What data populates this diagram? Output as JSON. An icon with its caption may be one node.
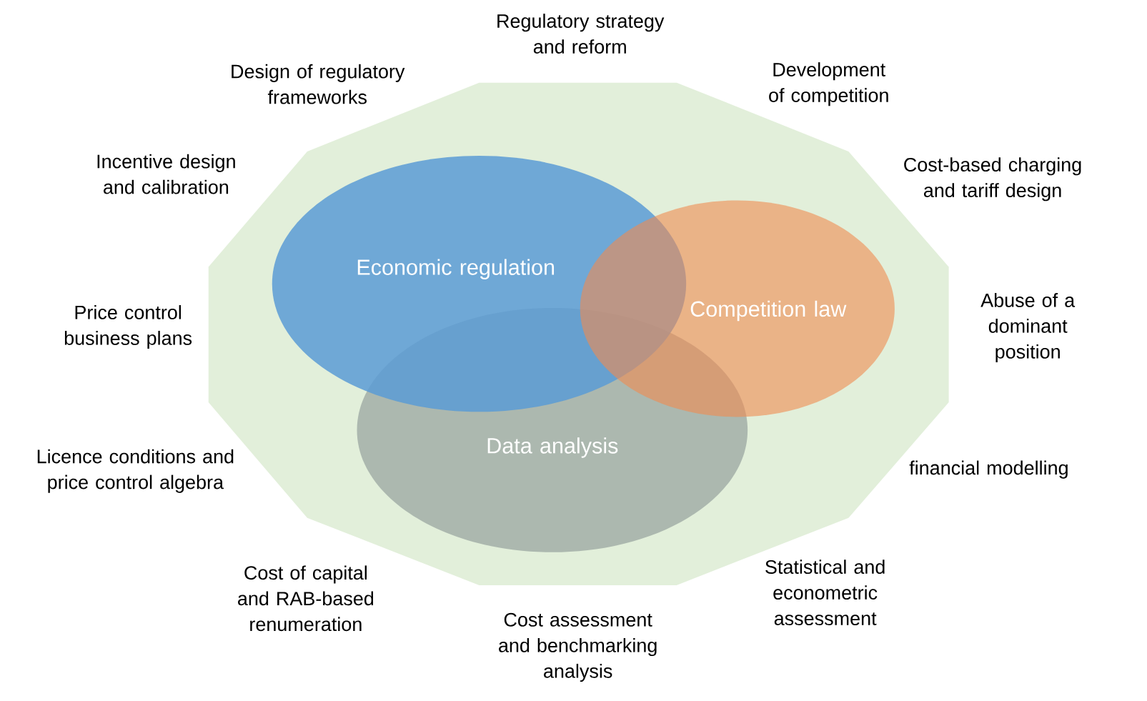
{
  "diagram": {
    "nodes": [
      {
        "text": [
          "Economic regulation"
        ]
      },
      {
        "text": [
          "Competition law"
        ]
      },
      {
        "text": [
          "Data analysis"
        ]
      }
    ],
    "edges": [],
    "labels": [
      "Regulatory strategy and reform",
      "Design of regulatory frameworks",
      "Development of competition",
      "Incentive design and calibration",
      "Cost-based charging and tariff design",
      "Price control business plans",
      "Abuse of a dominant position",
      "Licence conditions and price control algebra",
      "financial modelling",
      "Cost of capital and RAB-based renumeration",
      "Statistical and econometric assessment",
      "Cost assessment and benchmarking analysis"
    ]
  }
}
